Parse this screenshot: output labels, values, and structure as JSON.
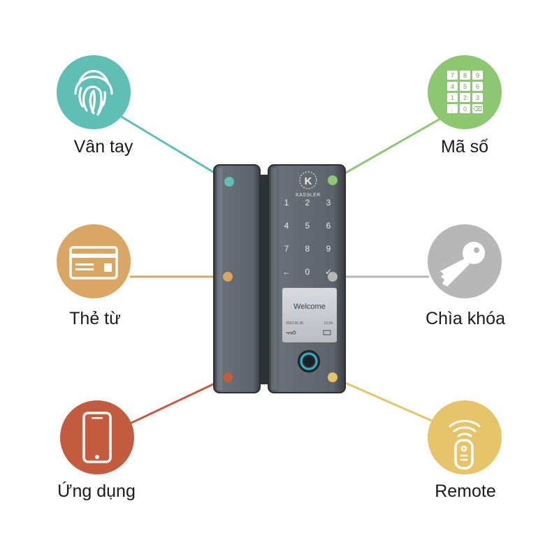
{
  "features": {
    "fingerprint": {
      "label": "Vân tay",
      "color": "#5fbfb4",
      "icon": "fingerprint-icon"
    },
    "card": {
      "label": "Thẻ từ",
      "color": "#d9a664",
      "icon": "card-icon"
    },
    "app": {
      "label": "Ứng dụng",
      "color": "#c45a3e",
      "icon": "smartphone-icon"
    },
    "passcode": {
      "label": "Mã số",
      "color": "#8dc772",
      "icon": "keypad-icon"
    },
    "key": {
      "label": "Chìa khóa",
      "color": "#b7b7b7",
      "icon": "key-icon"
    },
    "remote": {
      "label": "Remote",
      "color": "#e7c46a",
      "icon": "remote-icon"
    }
  },
  "keypad_icon_keys": [
    "7",
    "8",
    "9",
    "4",
    "5",
    "6",
    "1",
    "2",
    "3",
    ".",
    "0",
    "⌫"
  ],
  "lock": {
    "brand": "KASSLER",
    "logo_letter": "K",
    "keys": [
      "1",
      "2",
      "3",
      "4",
      "5",
      "6",
      "7",
      "8",
      "9",
      "←",
      "0",
      "✓"
    ],
    "screen_text": "Welcome",
    "screen_date": "2022.05.30",
    "screen_info": "12:34",
    "body_color": "#5a5f66"
  }
}
